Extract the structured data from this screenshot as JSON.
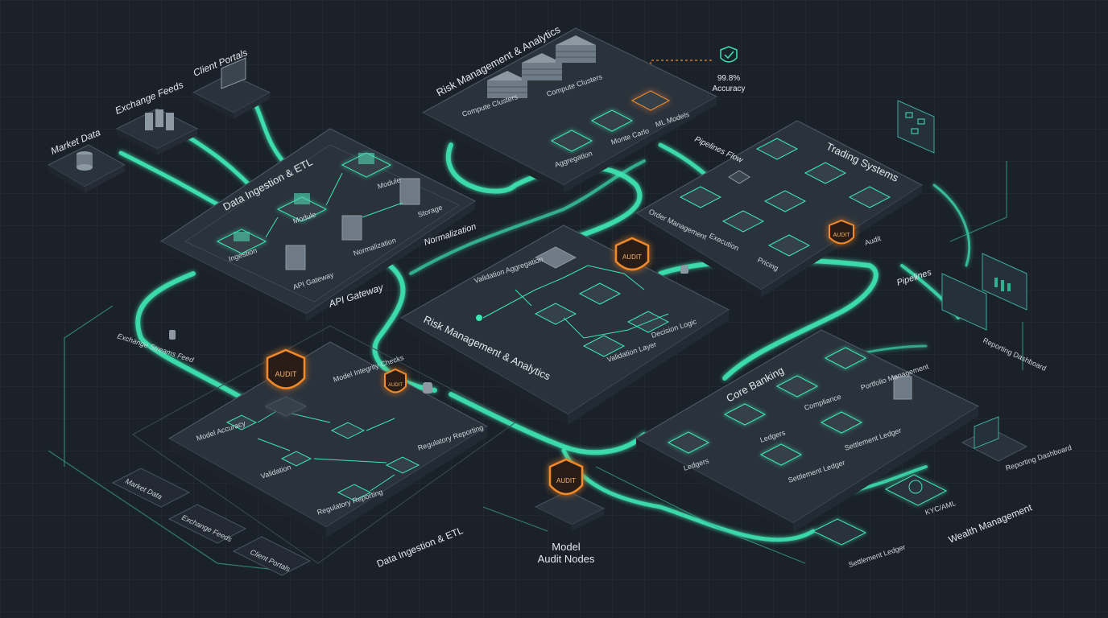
{
  "inputs": {
    "market_data": "Market Data",
    "exchange_feeds": "Exchange Feeds",
    "client_portals": "Client Portals"
  },
  "etl_top": {
    "title": "Data Ingestion & ETL",
    "module1": "Module",
    "module2": "Module",
    "storage": "Storage",
    "ingestion": "Ingestion",
    "normalization": "Normalization",
    "api_gateway_inner": "API Gateway",
    "api_gateway_label": "API Gateway",
    "normalization_pipe": "Normalization"
  },
  "risk_top": {
    "title": "Risk Management & Analytics",
    "compute_clusters_1": "Compute Clusters",
    "compute_clusters_2": "Compute Clusters",
    "aggregation": "Aggregation",
    "monte_carlo": "Monte Carlo",
    "ml_models": "ML Models"
  },
  "accuracy": {
    "value": "99.8%",
    "label": "Accuracy"
  },
  "trading": {
    "title": "Trading Systems",
    "pipelines_label": "Pipelines Flow",
    "order_management": "Order Management",
    "execution": "Execution",
    "pricing": "Pricing",
    "audit": "AUDIT",
    "audit_side": "Audit",
    "pipelines_side": "Pipelines"
  },
  "risk_center": {
    "title": "Risk Management & Analytics",
    "validation_aggregation": "Validation Aggregation",
    "validation_layer": "Validation Layer",
    "decision_logic": "Decision Logic",
    "audit": "AUDIT"
  },
  "core_banking": {
    "title": "Core Banking",
    "ledgers_1": "Ledgers",
    "ledgers_2": "Ledgers",
    "compliance": "Compliance",
    "portfolio_management": "Portfolio Management",
    "settlement_ledger_1": "Settlement Ledger",
    "settlement_ledger_2": "Settlement Ledger"
  },
  "right_side": {
    "reporting_dashboard_1": "Reporting Dashboard",
    "reporting_dashboard_2": "Reporting Dashboard",
    "kyc_aml": "KYC/AML",
    "wealth_management": "Wealth Management",
    "settlement_ledger": "Settlement Ledger"
  },
  "model_panel": {
    "audit": "AUDIT",
    "audit_small": "AUDIT",
    "model_integrity_checks": "Model Integrity Checks",
    "model_accuracy": "Model Accuracy",
    "validation": "Validation",
    "regulatory_reporting_1": "Regulatory Reporting",
    "regulatory_reporting_2": "Regulatory Reporting"
  },
  "left_side": {
    "exchange_streams": "Exchange Streams Feed"
  },
  "legend_boxes": {
    "market_data": "Market Data",
    "exchange_feeds": "Exchange Feeds",
    "client_portals": "Client Portals"
  },
  "bottom": {
    "etl_label": "Data Ingestion & ETL",
    "model_audit_line1": "Model",
    "model_audit_line2": "Audit Nodes",
    "audit": "AUDIT"
  },
  "colors": {
    "background": "#1b2129",
    "platform": "#2a323c",
    "platform_edge": "#3a4550",
    "accent_teal": "#3ee6b4",
    "audit_orange": "#f08a2c"
  }
}
